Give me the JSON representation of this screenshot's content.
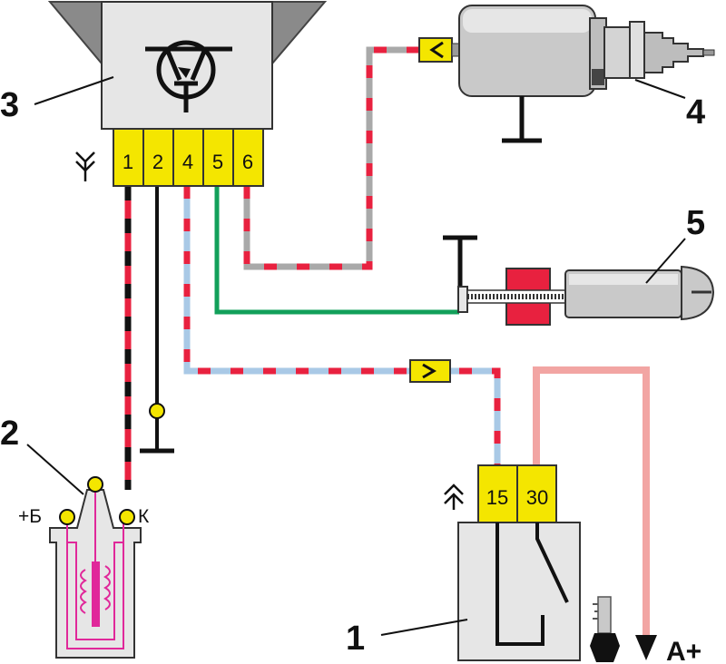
{
  "labels": {
    "switch": "1",
    "coil": "2",
    "commutator": "3",
    "valve": "4",
    "throttle_switch": "5"
  },
  "commutator_pins": [
    "1",
    "2",
    "4",
    "5",
    "6"
  ],
  "switch_pins": [
    "15",
    "30"
  ],
  "coil_terminals": {
    "plus": "+Б",
    "k": "К"
  },
  "battery_label": "A+",
  "colors": {
    "connector_yellow": "#f4e600",
    "wire_red": "#e8213f",
    "wire_gray": "#a9a9a9",
    "wire_blue": "#a9c9e6",
    "wire_green": "#12a05a",
    "wire_pink": "#f2a5a3",
    "coil_magenta": "#e0289a",
    "body_gray": "#e6e6e6",
    "mount_gray": "#8a8a8a"
  }
}
